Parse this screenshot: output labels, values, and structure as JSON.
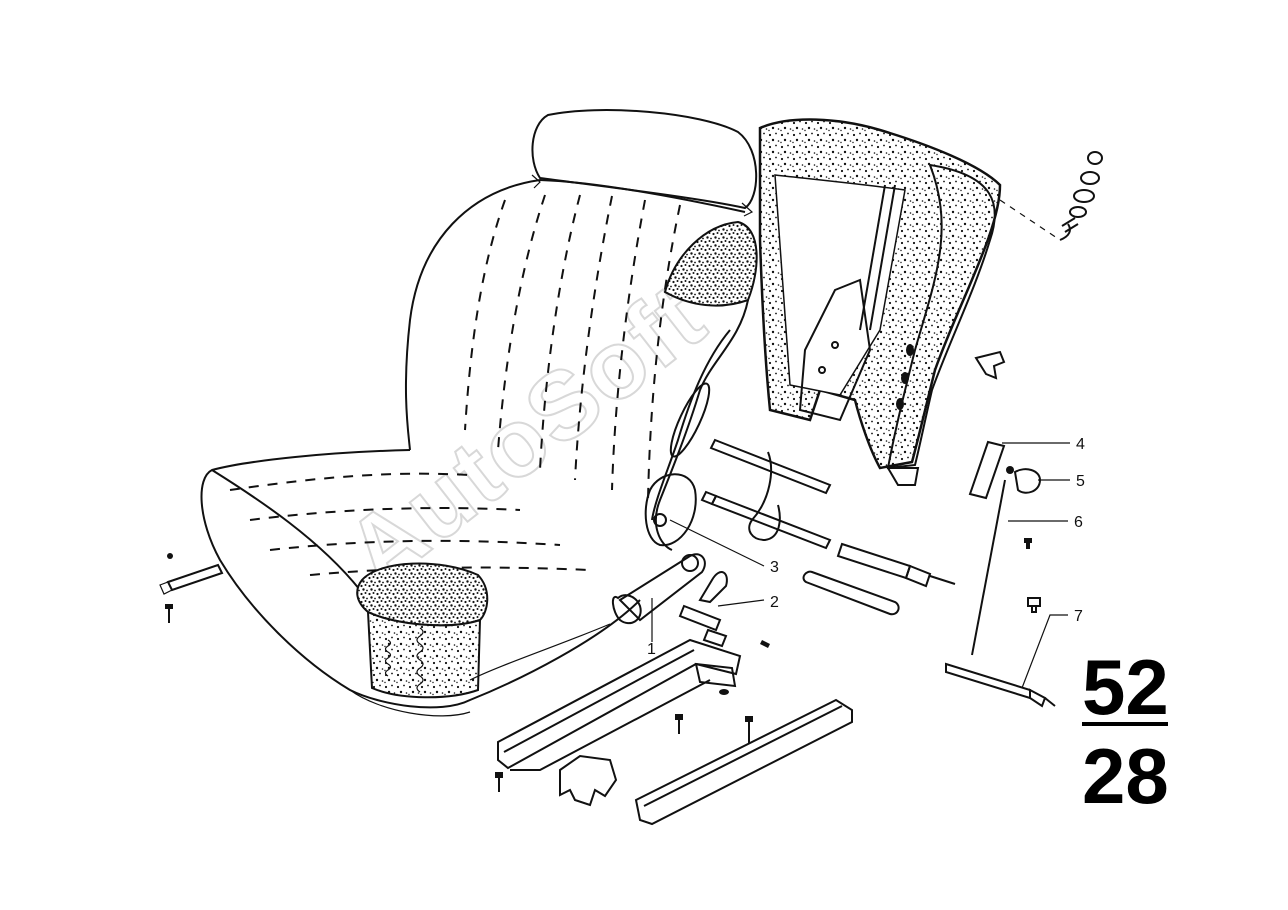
{
  "diagram": {
    "callouts": [
      {
        "id": "1",
        "label": "1"
      },
      {
        "id": "2",
        "label": "2"
      },
      {
        "id": "3",
        "label": "3"
      },
      {
        "id": "4",
        "label": "4"
      },
      {
        "id": "5",
        "label": "5"
      },
      {
        "id": "6",
        "label": "6"
      },
      {
        "id": "7",
        "label": "7"
      }
    ],
    "page_number": {
      "top": "52",
      "bottom": "28"
    },
    "watermark": "AutoSoft",
    "colors": {
      "ink": "#111111",
      "background": "#ffffff",
      "watermark": "#d8d8d8"
    }
  }
}
